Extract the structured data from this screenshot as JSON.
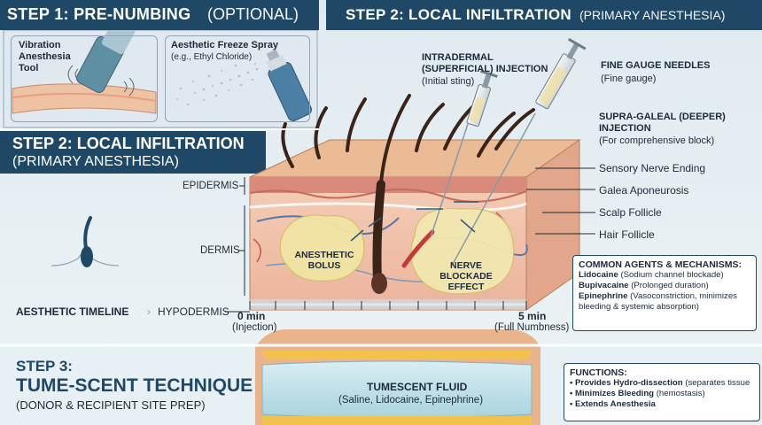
{
  "step1": {
    "title": "STEP 1: PRE-NUMBING",
    "subtitle": "(OPTIONAL)",
    "vibration_label": [
      "Vibration",
      "Anesthesia",
      "Tool"
    ],
    "freeze_label": "Aesthetic Freeze Spray",
    "freeze_sub": "(e.g., Ethyl Chloride)"
  },
  "step2_top": {
    "title": "STEP 2: LOCAL INFILTRATION",
    "subtitle": "(PRIMARY ANESTHESIA)"
  },
  "step2_left": {
    "title": "STEP 2: LOCAL INFILTRATION",
    "subtitle": "(PRIMARY ANESTHESIA)"
  },
  "layers": {
    "epidermis": "EPIDERMIS",
    "dermis": "DERMIS",
    "hypodermis": "HYPODERMIS"
  },
  "timeline": {
    "label": "AESTHETIC TIMELINE",
    "start_value": "0 min",
    "start_note": "(Injection)",
    "end_value": "5 min",
    "end_note": "(Full Numbness)"
  },
  "injections": {
    "intradermal_title": [
      "INTRADERMAL",
      "(SUPERFICIAL) INJECTION"
    ],
    "intradermal_note": "(Initial sting)",
    "needle_title": "FINE GAUGE NEEDLES",
    "needle_note": "(Fine gauge)",
    "suprag_title": [
      "SUPRA-GALEAL (DEEPER)",
      "INJECTION"
    ],
    "suprag_note": "(For comprehensive block)"
  },
  "anatomy_labels": [
    "Sensory Nerve Ending",
    "Galea Aponeurosis",
    "Scalp Follicle",
    "Hair Follicle"
  ],
  "diagram_text": {
    "bolus": [
      "ANESTHETIC",
      "BOLUS"
    ],
    "blockade": [
      "NERVE BLOCKADE",
      "EFFECT"
    ]
  },
  "agents": {
    "title": "COMMON AGENTS & MECHANISMS:",
    "rows": [
      {
        "name": "Lidocaine",
        "desc": " (Sodium channel blockade)"
      },
      {
        "name": "Bupivacaine",
        "desc": " (Prolonged duration)"
      },
      {
        "name": "Epinephrine",
        "desc": " (Vasoconstriction, minimizes"
      }
    ],
    "row_cont": "bleeding & systemic absorption)"
  },
  "step3": {
    "title_small": "STEP 3:",
    "title_big": "TUME-SCENT TECHNIQUE",
    "subtitle": "(DONOR & RECIPIENT SITE PREP)",
    "fluid_title": "TUMESCENT FLUID",
    "fluid_note": "(Saline, Lidocaine, Epinephrine)"
  },
  "functions": {
    "title": "FUNCTIONS:",
    "rows": [
      {
        "name": "• Provides Hydro-dissection",
        "desc": " (separates tissue"
      },
      {
        "name": "• Minimizes Bleeding",
        "desc": " (hemostasis)"
      },
      {
        "name": "• Extends Anesthesia",
        "desc": ""
      }
    ]
  },
  "colors": {
    "header": "#1f4866",
    "skin_top": "#e9b48c",
    "dermis": "#f2c9b6",
    "fat": "#f4cd5c",
    "bolus": "#f3e7a8",
    "fluid": "#bfe0ea"
  }
}
